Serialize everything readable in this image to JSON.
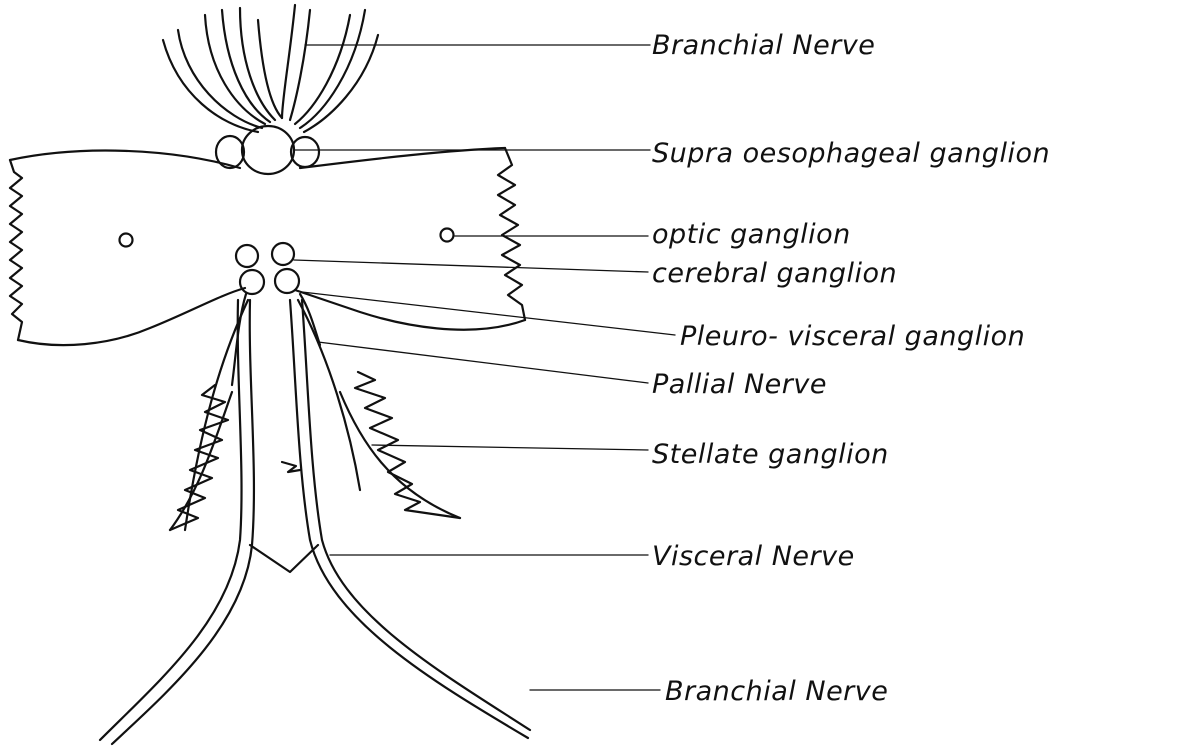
{
  "labels": {
    "branchial_nerve_top": "Branchial Nerve",
    "supra_oesophageal": "Supra oesophageal ganglion",
    "optic": "optic ganglion",
    "cerebral": "cerebral ganglion",
    "pleuro_visceral": "Pleuro- visceral ganglion",
    "pallial": "Pallial Nerve",
    "stellate": "Stellate ganglion",
    "visceral": "Visceral Nerve",
    "branchial_nerve_bottom": "Branchial Nerve"
  }
}
